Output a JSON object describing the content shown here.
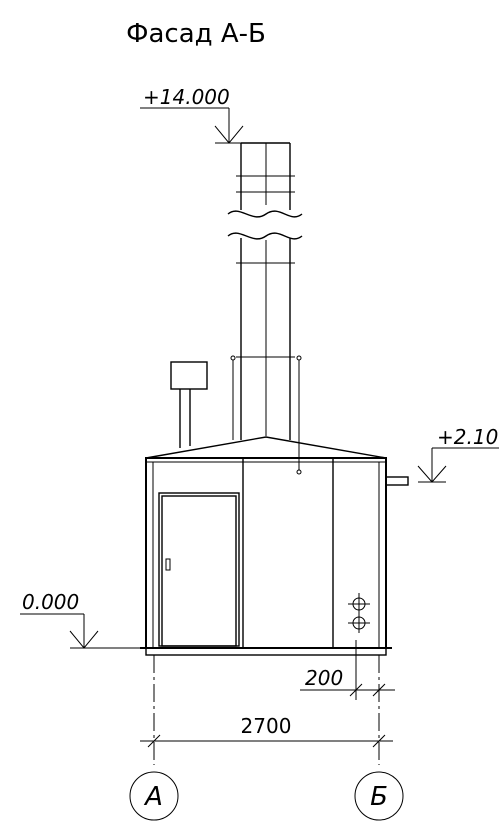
{
  "title": "Фасад А-Б",
  "elevations": {
    "top": "+14.000",
    "roof": "+2.10",
    "ground": "0.000"
  },
  "dimensions": {
    "width": "2700",
    "offset": "200"
  },
  "axes": {
    "left": "А",
    "right": "Б"
  }
}
